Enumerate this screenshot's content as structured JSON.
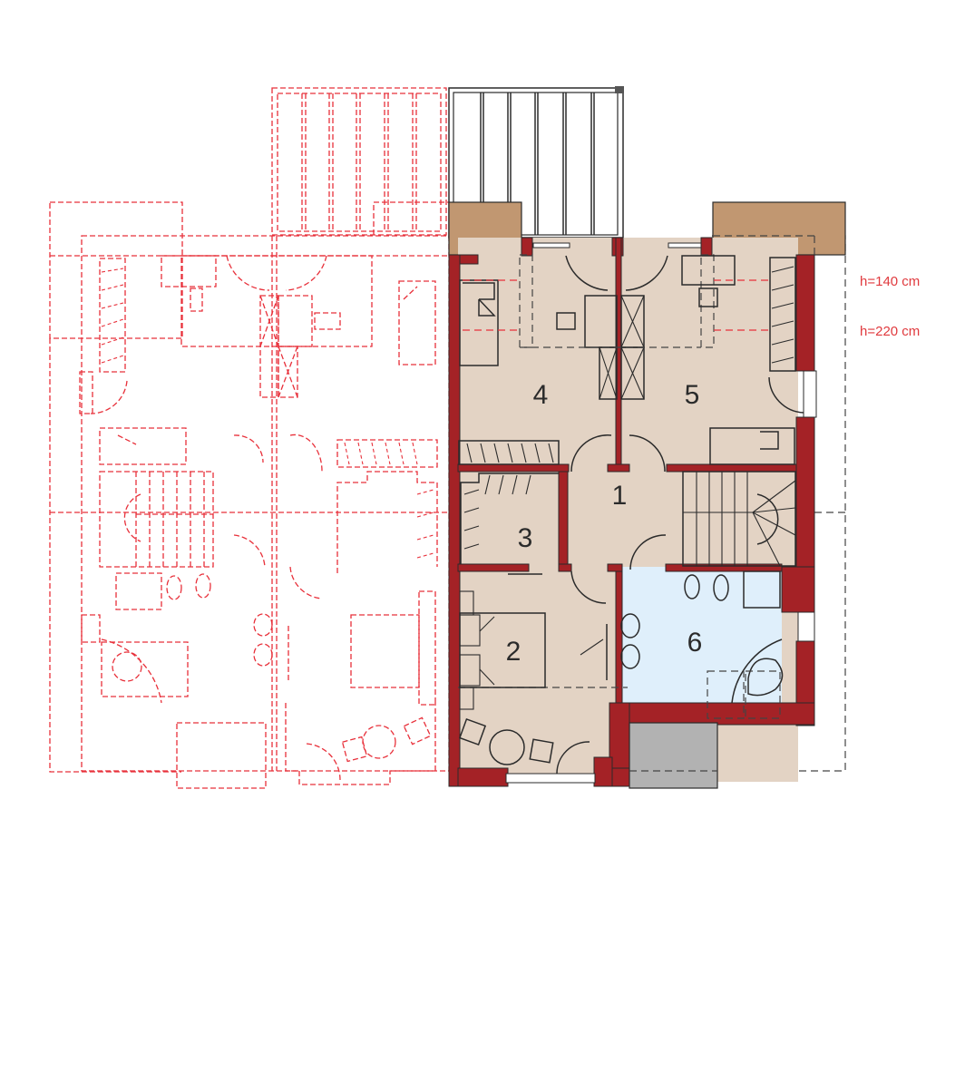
{
  "plan": {
    "rooms": [
      {
        "id": "1",
        "label": "1",
        "type": "hall"
      },
      {
        "id": "2",
        "label": "2",
        "type": "bedroom"
      },
      {
        "id": "3",
        "label": "3",
        "type": "wardrobe"
      },
      {
        "id": "4",
        "label": "4",
        "type": "room"
      },
      {
        "id": "5",
        "label": "5",
        "type": "room"
      },
      {
        "id": "6",
        "label": "6",
        "type": "bathroom"
      }
    ],
    "height_labels": [
      {
        "id": "h140",
        "text": "h=140 cm"
      },
      {
        "id": "h220",
        "text": "h=220 cm"
      }
    ],
    "colors": {
      "wall": "#a42226",
      "floor": "#e3d3c4",
      "bathroom_floor": "#dfeffb",
      "terrace": "#c19771",
      "balcony_grey": "#b2b2b2",
      "mirror_outline": "#e8303a",
      "height_label": "#e03a3e"
    }
  }
}
